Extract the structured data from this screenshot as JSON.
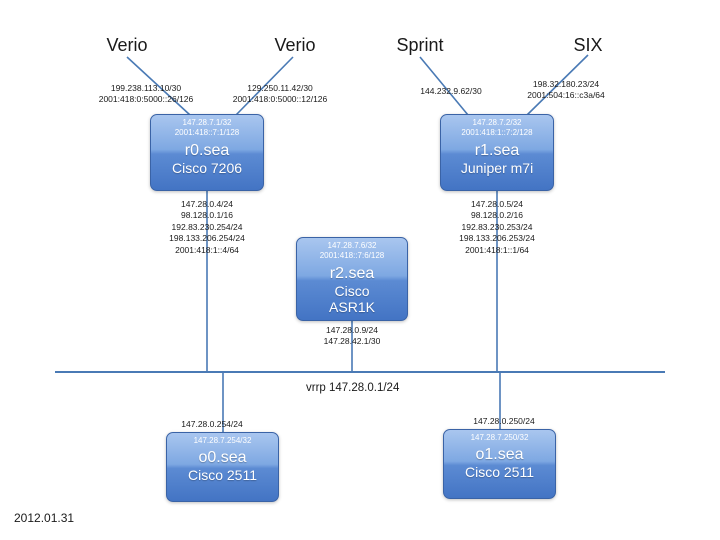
{
  "date": "2012.01.31",
  "bus": {
    "label": "vrrp 147.28.0.1/24"
  },
  "colors": {
    "line": "#4a7ab5",
    "box_top": "#a9c6ef",
    "box_bottom": "#4374c4",
    "box_border": "#3a63a6"
  },
  "uplinks": [
    {
      "label": "Verio",
      "addrs": [
        "199.238.113.10/30",
        "2001:418:0:5000::26/126"
      ]
    },
    {
      "label": "Verio",
      "addrs": [
        "129.250.11.42/30",
        "2001:418:0:5000::12/126"
      ]
    },
    {
      "label": "Sprint",
      "addrs": [
        "144.232.9.62/30"
      ]
    },
    {
      "label": "SIX",
      "addrs": [
        "198.32.180.23/24",
        "2001:504:16::c3a/64"
      ]
    }
  ],
  "routers": [
    {
      "name": "r0.sea",
      "model": "Cisco 7206",
      "loopbacks": [
        "147.28.7.1/32",
        "2001:418::7:1/128"
      ],
      "interfaces": [
        "147.28.0.4/24",
        "98.128.0.1/16",
        "192.83.230.254/24",
        "198.133.206.254/24",
        "2001:418:1::4/64"
      ]
    },
    {
      "name": "r1.sea",
      "model": "Juniper m7i",
      "loopbacks": [
        "147.28.7.2/32",
        "2001:418:1::7:2/128"
      ],
      "interfaces": [
        "147.28.0.5/24",
        "98.128.0.2/16",
        "192.83.230.253/24",
        "198.133.206.253/24",
        "2001:418:1::1/64"
      ]
    },
    {
      "name": "r2.sea",
      "model_lines": [
        "Cisco",
        "ASR1K"
      ],
      "loopbacks": [
        "147.28.7.6/32",
        "2001:418::7:6/128"
      ],
      "interfaces": [
        "147.28.0.9/24",
        "147.28.42.1/30"
      ]
    }
  ],
  "consoles": [
    {
      "name": "o0.sea",
      "model": "Cisco 2511",
      "lan_addr": "147.28.0.254/24",
      "loopback": "147.28.7.254/32"
    },
    {
      "name": "o1.sea",
      "model": "Cisco 2511",
      "lan_addr": "147.28.0.250/24",
      "loopback": "147.28.7.250/32"
    }
  ]
}
